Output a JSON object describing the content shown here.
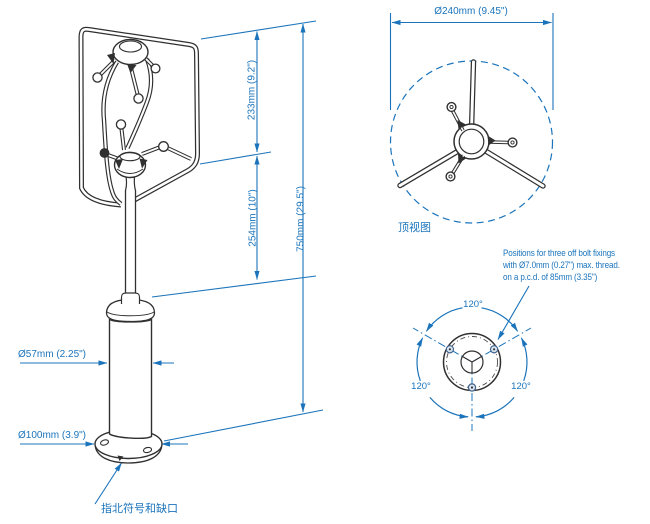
{
  "colors": {
    "dimension_blue": "#1b74bb",
    "line_dark": "#303030"
  },
  "iso_view": {
    "dim_upper_height": "233mm (9.2\")",
    "dim_mid_height": "254mm (10\")",
    "dim_total_height": "750mm (29.5\")",
    "dim_tube_diameter": "Ø57mm (2.25\")",
    "dim_base_diameter": "Ø100mm (3.9\")",
    "north_note": "指北符号和缺口"
  },
  "top_view": {
    "dim_diameter": "Ø240mm (9.45\")",
    "caption": "顶视图"
  },
  "bolt_view": {
    "note_line1": "Positions for three off bolt fixings",
    "note_line2": "with Ø7.0mm (0.27\") max. thread.",
    "note_line3": "on a p.c.d. of 85mm (3.35\")",
    "angle_top": "120°",
    "angle_bottom_left": "120°",
    "angle_bottom_right": "120°"
  }
}
